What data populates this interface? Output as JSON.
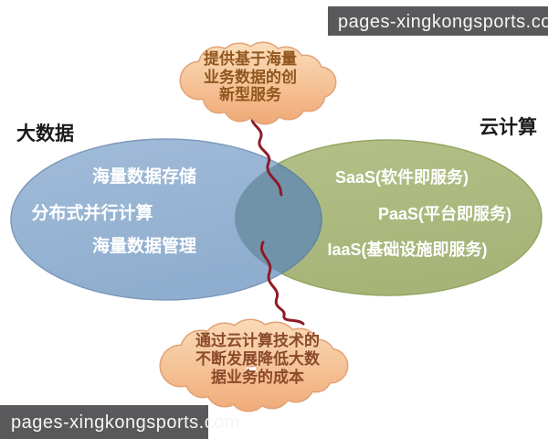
{
  "watermark_top": "pages-xingkongsports.com",
  "watermark_bottom": "pages-xingkongsports.com",
  "diagram": {
    "big_data": {
      "title": "大数据",
      "items": [
        "海量数据存储",
        "分布式并行计算",
        "海量数据管理"
      ]
    },
    "cloud_computing": {
      "title": "云计算",
      "items": [
        "SaaS(软件即服务)",
        "PaaS(平台即服务)",
        "IaaS(基础设施即服务)"
      ]
    },
    "top_callout": {
      "lines": [
        "提供基于海量",
        "业务数据的创",
        "新型服务"
      ]
    },
    "bottom_callout": {
      "lines": [
        "通过云计算技术的",
        "不断发展降低大数",
        "据业务的成本"
      ]
    }
  },
  "palette": {
    "background": "#ffffff",
    "watermark_bg": "#59595b",
    "watermark_text": "#f5f5f5",
    "big_data_fill": "#8fadce",
    "big_data_fill_light": "#a2bcd9",
    "big_data_stroke": "#7d99bc",
    "cloud_computing_fill": "#a6b478",
    "cloud_computing_fill_light": "#b3c088",
    "cloud_computing_stroke": "#96a563",
    "overlap_fill": "#7093aa",
    "overlap_stroke": "#64879e",
    "callout_fill_light": "#fbdfbc",
    "callout_fill_dark": "#f0ab79",
    "callout_stroke": "#e2a276",
    "callout_text_top": "#91571f",
    "callout_text_bottom": "#8a4a2b",
    "connector": "#8e1b26",
    "ellipse_text": "#ffffff",
    "title_text": "#1a1a1a"
  }
}
